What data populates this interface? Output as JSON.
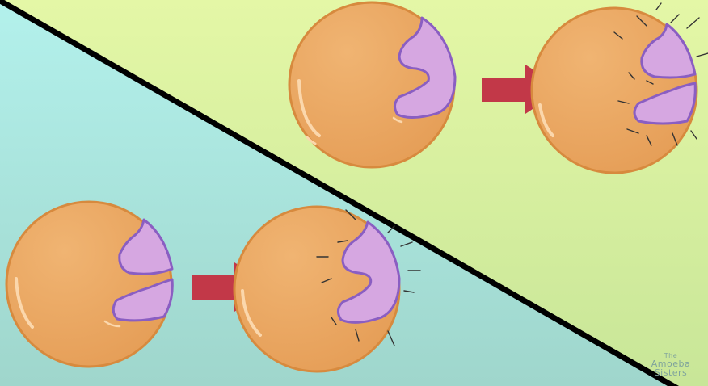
{
  "colors": {
    "panel_top": "#e2f6a4",
    "panel_bottom": "#b0f0ea",
    "divider": "#000000",
    "enzyme_fill": "#ecaa64",
    "enzyme_outline": "#d88b40",
    "substrate_fill": "#d5a6e0",
    "substrate_outline": "#8b5fc4",
    "arrow_fill": "#c33a4a",
    "watermark": "#7fa39c"
  },
  "watermark": {
    "line1": "The",
    "line2": "Amoeba",
    "line3": "Sisters"
  },
  "panels": [
    {
      "name": "top-right-panel",
      "sequence": [
        "enzyme-with-bound-substrate",
        "arrow",
        "enzyme-with-split-products"
      ]
    },
    {
      "name": "bottom-left-panel",
      "sequence": [
        "enzyme-with-two-substrates",
        "arrow",
        "enzyme-with-joined-product"
      ]
    }
  ]
}
